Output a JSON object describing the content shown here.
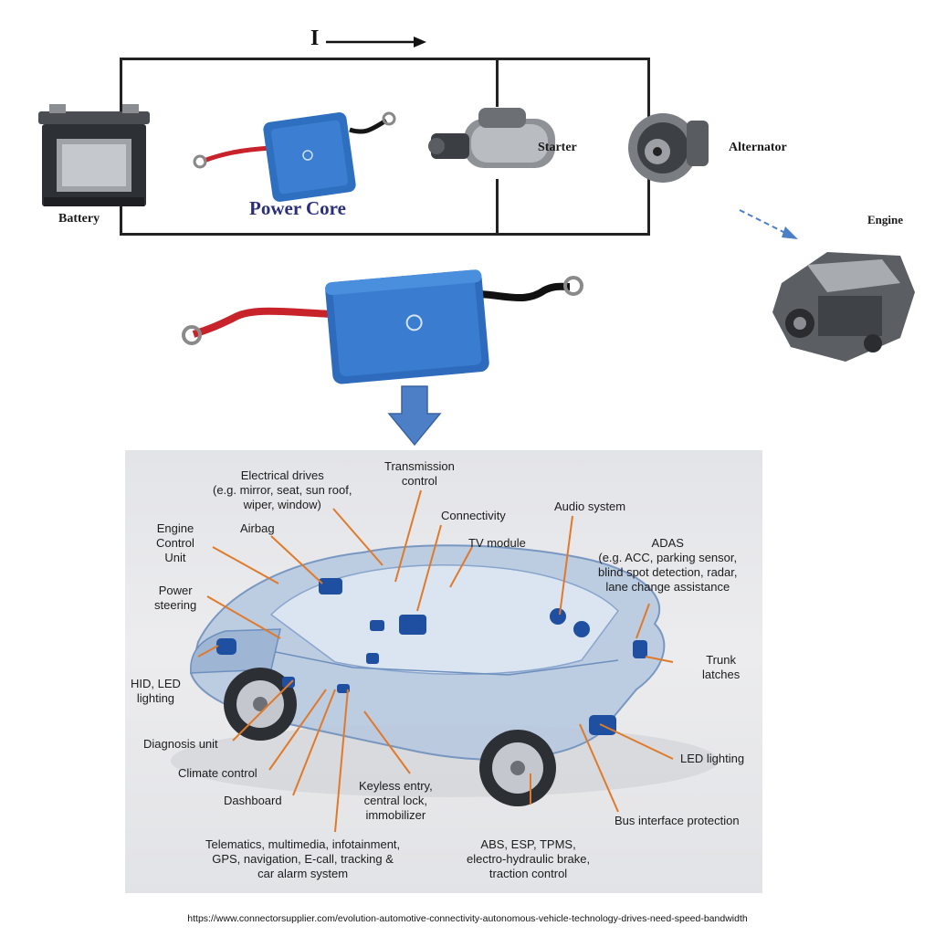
{
  "circuit": {
    "current_label": "I",
    "battery_label": "Battery",
    "power_core_label": "Power Core",
    "starter_label": "Starter",
    "alternator_label": "Alternator",
    "engine_label": "Engine"
  },
  "car_callouts": {
    "electrical_drives": "Electrical drives\n(e.g. mirror, seat, sun roof,\nwiper, window)",
    "transmission": "Transmission\ncontrol",
    "connectivity": "Connectivity",
    "tv_module": "TV module",
    "audio": "Audio system",
    "adas": "ADAS\n(e.g. ACC, parking sensor,\nblind spot detection, radar,\nlane change assistance",
    "ecu": "Engine\nControl\nUnit",
    "airbag": "Airbag",
    "power_steering": "Power\nsteering",
    "hid": "HID, LED\nlighting",
    "trunk": "Trunk\nlatches",
    "diagnosis": "Diagnosis unit",
    "climate": "Climate control",
    "led": "LED lighting",
    "dashboard": "Dashboard",
    "keyless": "Keyless entry,\ncentral lock,\nimmobilizer",
    "bus": "Bus interface protection",
    "telematics": "Telematics, multimedia, infotainment,\nGPS, navigation, E-call, tracking &\ncar alarm system",
    "abs": "ABS, ESP, TPMS,\nelectro-hydraulic brake,\ntraction control"
  },
  "source_url": "https://www.connectorsupplier.com/evolution-automotive-connectivity-autonomous-vehicle-technology-drives-need-speed-bandwidth",
  "colors": {
    "power_core_blue": "#2f6fc0",
    "power_core_label": "#2b2f7a",
    "callout_orange": "#e07a2a",
    "arrow_blue": "#4d7fc7"
  }
}
